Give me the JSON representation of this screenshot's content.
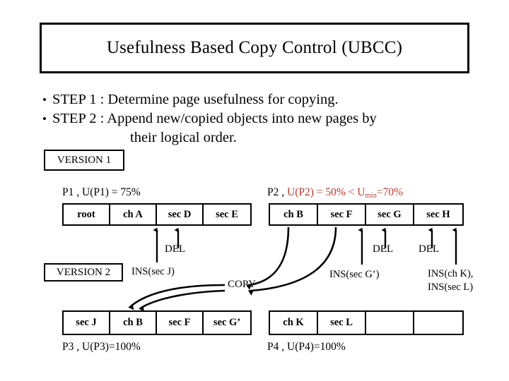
{
  "title": "Usefulness Based Copy Control (UBCC)",
  "bullets": [
    {
      "marker": "•",
      "text": "STEP 1 : Determine page usefulness for copying."
    },
    {
      "marker": "•",
      "text": "STEP 2 : Append new/copied objects into new pages by"
    }
  ],
  "bullet_continuation": "their logical order.",
  "versions": {
    "version1": "VERSION 1",
    "version2": "VERSION 2"
  },
  "colors": {
    "accent_red": "#c0392b",
    "line": "#000000",
    "background": "#ffffff"
  },
  "pages": {
    "p1": {
      "label_black": "P1  , U(P1) = 75%",
      "cells": [
        "root",
        "ch A",
        "sec D",
        "sec E"
      ]
    },
    "p2": {
      "label_black": "P2  ,",
      "label_red": "U(P2) = 50%  <  U",
      "label_red_sub": "min",
      "label_red_tail": "=70%",
      "cells": [
        "ch B",
        "sec F",
        "sec G",
        "sec H"
      ]
    },
    "p3": {
      "label_black": "P3  , U(P3)=100%",
      "cells": [
        "sec J",
        "ch B",
        "sec F",
        "sec G’"
      ]
    },
    "p4": {
      "label_black": "P4  , U(P4)=100%",
      "cells": [
        "ch K",
        "sec L",
        "",
        ""
      ]
    }
  },
  "annotations": {
    "del_1": "DEL",
    "del_2": "DEL",
    "del_3": "DEL",
    "ins_sec_j": "INS(sec J)",
    "ins_sec_g": "INS(sec G’)",
    "ins_ch_k_line1": "INS(ch K),",
    "ins_ch_k_line2": "INS(sec L)",
    "copy": "COPY"
  }
}
